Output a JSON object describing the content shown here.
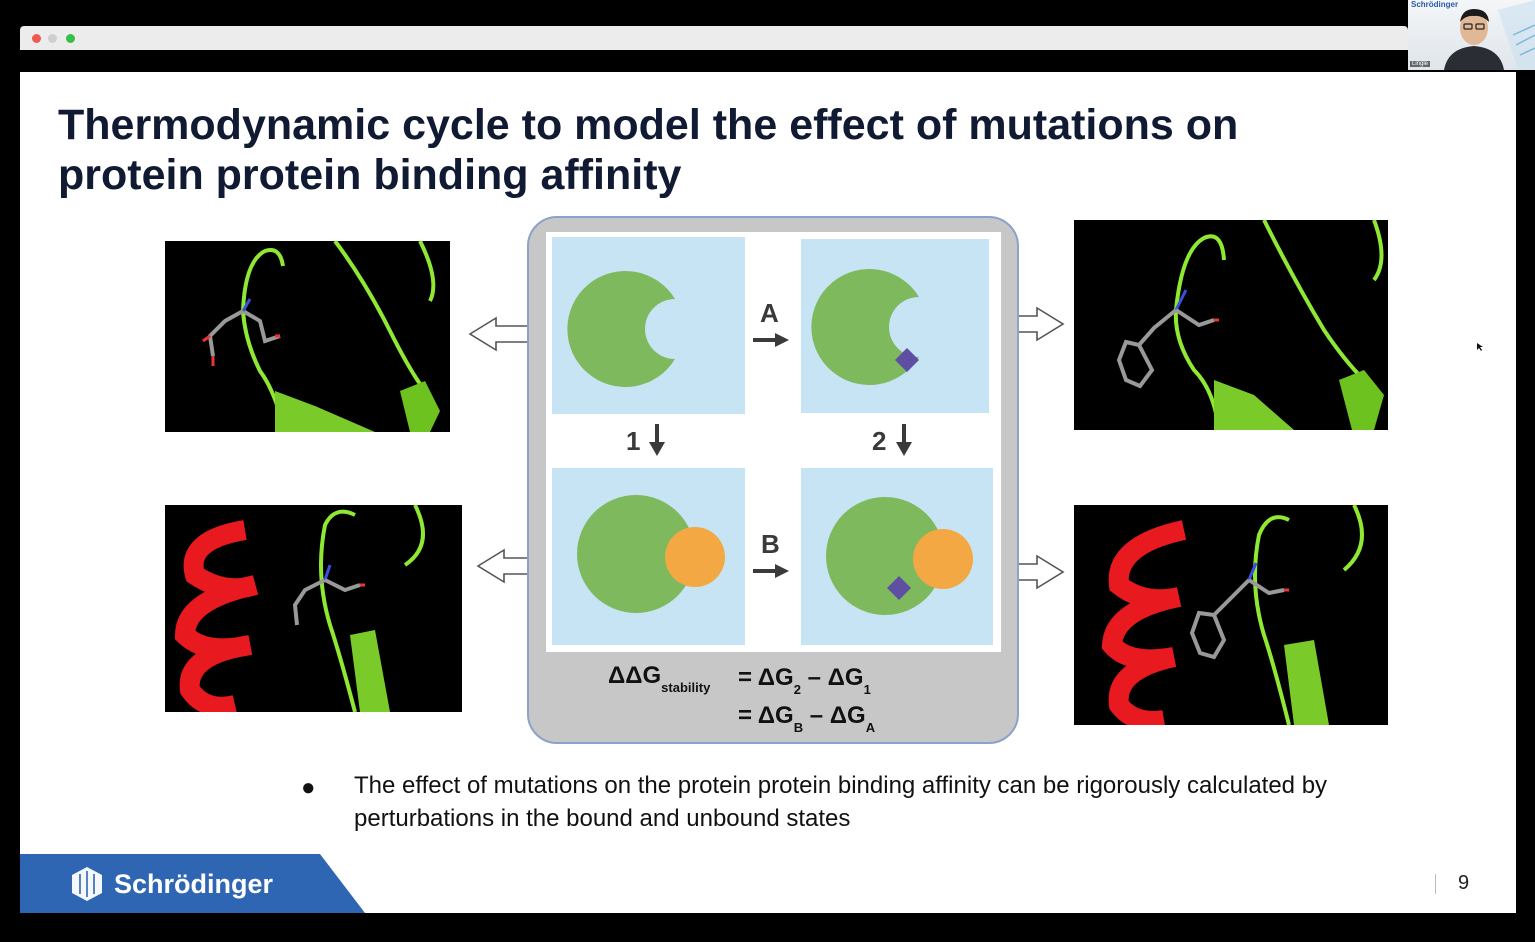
{
  "video": {
    "logo_text": "Schrödinger",
    "participant_name": "Lingle"
  },
  "slide": {
    "title": "Thermodynamic cycle to model the effect of mutations on protein protein binding affinity",
    "cycle": {
      "label_a": "A",
      "label_b": "B",
      "label_1": "1",
      "label_2": "2",
      "equation_line1_lhs": "ΔΔG",
      "equation_line1_lhs_sub": "stability",
      "equation_line1_rhs_a": "= ΔG",
      "equation_line1_rhs_a_sub": "2",
      "equation_line1_rhs_b": " – ΔG",
      "equation_line1_rhs_b_sub": "1",
      "equation_line2_rhs_a": "= ΔG",
      "equation_line2_rhs_a_sub": "B",
      "equation_line2_rhs_b": " – ΔG",
      "equation_line2_rhs_b_sub": "A"
    },
    "bullet": "The effect of mutations on the protein protein binding affinity can be rigorously calculated by perturbations in the bound and unbound states",
    "brand": "Schrödinger",
    "page_number": "9"
  },
  "colors": {
    "title": "#111a33",
    "panel_bg": "#c6e4f3",
    "protein_green": "#7fb95d",
    "partner_orange": "#f4a843",
    "mutation_purple": "#5e4fa2",
    "ribbon_green": "#8fe832",
    "helix_red": "#e8191f",
    "brand_blue": "#2f66b3"
  }
}
